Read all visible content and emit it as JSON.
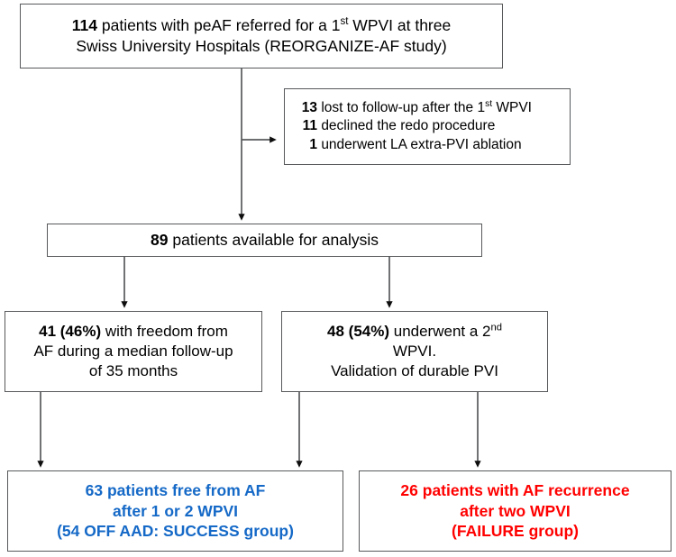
{
  "figure": {
    "type": "flow-diagram",
    "title": "REORGANIZE-AF study patient flow",
    "colors": {
      "box_border": "#58595b",
      "connector": "#58595b",
      "arrowhead": "#000000",
      "text_default": "#000000",
      "success_blue": "#1569c7",
      "failure_red": "#ff0000",
      "background": "#ffffff"
    }
  },
  "nodes": {
    "enrolled": {
      "id": "enrolled",
      "count": "114",
      "line1_rest": " patients with peAF referred for a 1",
      "line1_sup": "st",
      "line1_tail": " WPVI at three",
      "line2": "Swiss University Hospitals (REORGANIZE-AF study)"
    },
    "exclusions": {
      "id": "exclusions",
      "items": [
        {
          "count": "13",
          "text": "lost to follow-up after the 1",
          "sup": "st",
          "tail": " WPVI"
        },
        {
          "count": "11",
          "text": "declined the redo procedure",
          "sup": "",
          "tail": ""
        },
        {
          "count": "1",
          "text": "underwent LA extra-PVI ablation",
          "sup": "",
          "tail": ""
        }
      ]
    },
    "analysis": {
      "id": "analysis",
      "count": "89",
      "text": " patients available for analysis"
    },
    "freedom": {
      "id": "freedom",
      "count": "41 (46%)",
      "line1_rest": " with freedom from",
      "line2": "AF during a median follow-up",
      "line3": "of 35 months"
    },
    "redo": {
      "id": "redo",
      "count": "48 (54%)",
      "line1_rest": " underwent a 2",
      "line1_sup": "nd",
      "line2": "WPVI.",
      "line3": "Validation of durable PVI"
    },
    "success": {
      "id": "success",
      "line1": "63 patients free from AF",
      "line2": "after 1 or 2 WPVI",
      "line3": "(54 OFF AAD: SUCCESS group)"
    },
    "failure": {
      "id": "failure",
      "line1": "26 patients with AF recurrence",
      "line2": "after two WPVI",
      "line3": "(FAILURE group)"
    }
  },
  "edges": [
    {
      "name": "enrolled-to-analysis",
      "from": "enrolled",
      "to": "analysis",
      "style": "straight-down-arrow"
    },
    {
      "name": "enrolled-to-exclusions",
      "from": "enrolled",
      "to": "exclusions",
      "style": "elbow-right-arrow"
    },
    {
      "name": "analysis-to-freedom",
      "from": "analysis",
      "to": "freedom",
      "style": "straight-down-arrow"
    },
    {
      "name": "analysis-to-redo",
      "from": "analysis",
      "to": "redo",
      "style": "straight-down-arrow"
    },
    {
      "name": "freedom-to-success",
      "from": "freedom",
      "to": "success",
      "style": "straight-down-arrow"
    },
    {
      "name": "redo-to-success",
      "from": "redo",
      "to": "success",
      "style": "straight-down-arrow"
    },
    {
      "name": "redo-to-failure",
      "from": "redo",
      "to": "failure",
      "style": "straight-down-arrow"
    }
  ]
}
